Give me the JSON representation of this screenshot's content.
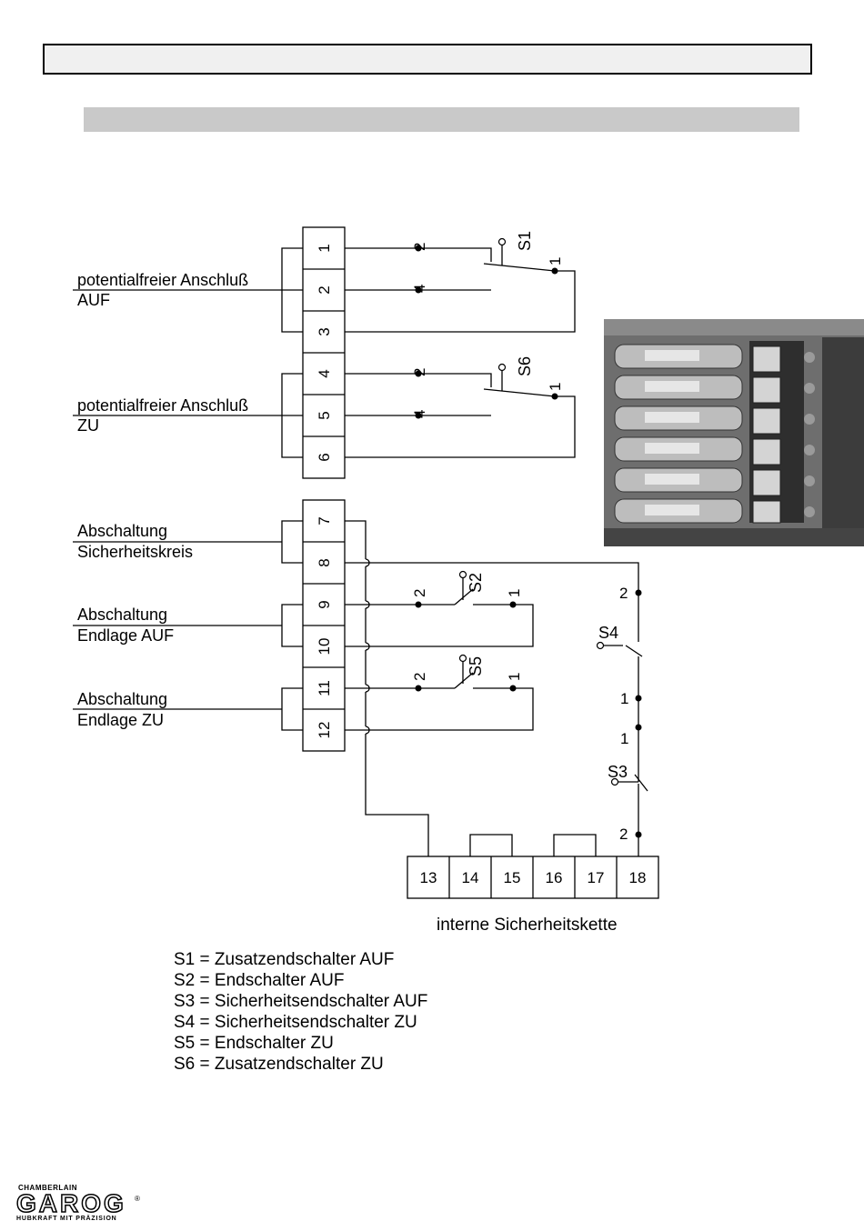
{
  "labels": {
    "auf_line1": "potentialfreier Anschluß",
    "auf_line2": "AUF",
    "zu_line1": "potentialfreier Anschluß",
    "zu_line2": "ZU",
    "sk_line1": "Abschaltung",
    "sk_line2": "Sicherheitskreis",
    "ea_line1": "Abschaltung",
    "ea_line2": "Endlage AUF",
    "ez_line1": "Abschaltung",
    "ez_line2": "Endlage ZU"
  },
  "terminals_left": [
    "1",
    "2",
    "3",
    "4",
    "5",
    "6",
    "7",
    "8",
    "9",
    "10",
    "11",
    "12"
  ],
  "terminals_bottom": [
    "13",
    "14",
    "15",
    "16",
    "17",
    "18"
  ],
  "switches": {
    "s1": "S1",
    "s2": "S2",
    "s3": "S3",
    "s4": "S4",
    "s5": "S5",
    "s6": "S6"
  },
  "contact_numbers": {
    "one": "1",
    "two": "2",
    "four": "4"
  },
  "chain_caption": "interne Sicherheitskette",
  "legend": [
    "S1 = Zusatzendschalter AUF",
    "S2 = Endschalter AUF",
    "S3 = Sicherheitsendschalter AUF",
    "S4 = Sicherheitsendschalter ZU",
    "S5 = Endschalter ZU",
    "S6 = Zusatzendschalter ZU"
  ],
  "logo": {
    "top": "CHAMBERLAIN",
    "brand": "GAROG",
    "sub": "HUBKRAFT MIT PRÄZISION",
    "reg": "®"
  }
}
